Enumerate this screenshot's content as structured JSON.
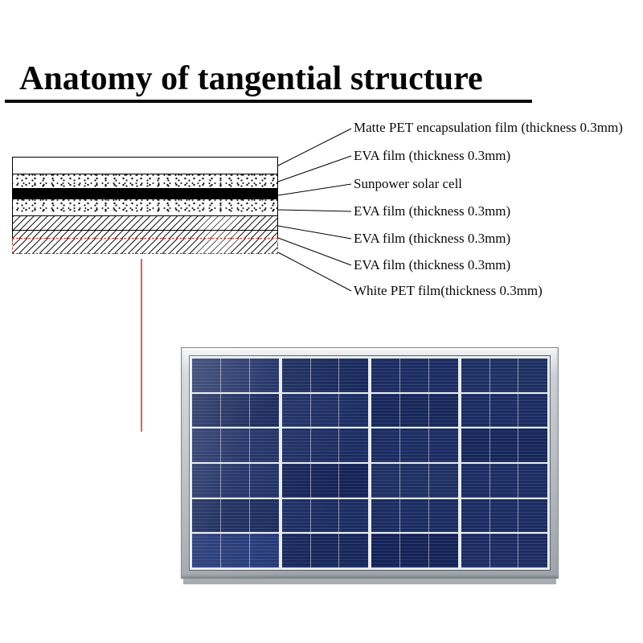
{
  "title": "Anatomy of tangential structure",
  "layers": [
    {
      "label": "Matte PET encapsulation film (thickness 0.3mm)"
    },
    {
      "label": "EVA film (thickness 0.3mm)"
    },
    {
      "label": "Sunpower solar cell"
    },
    {
      "label": "EVA film (thickness 0.3mm)"
    },
    {
      "label": "EVA film (thickness 0.3mm)"
    },
    {
      "label": "EVA film (thickness 0.3mm)"
    },
    {
      "label": "White PET film(thickness 0.3mm)"
    }
  ],
  "colors": {
    "highlight_red": "#cf2e1e",
    "panel_cell_blue": "#1d2f66",
    "frame_silver": "#c5c9ce",
    "line_black": "#000000"
  },
  "panel": {
    "rows": 6,
    "cols": 4
  }
}
